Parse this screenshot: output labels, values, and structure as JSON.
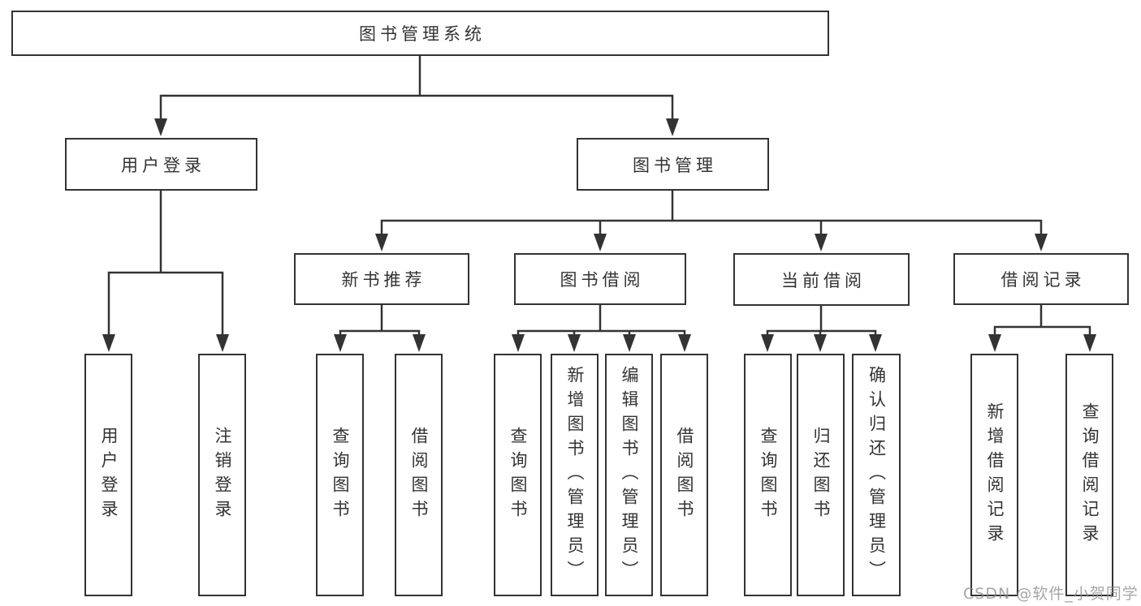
{
  "diagram": {
    "tree": {
      "label": "图书管理系统",
      "children": [
        {
          "label": "用户登录",
          "children": [
            {
              "label": "用户登录"
            },
            {
              "label": "注销登录"
            }
          ]
        },
        {
          "label": "图书管理",
          "children": [
            {
              "label": "新书推荐",
              "children": [
                {
                  "label": "查询图书"
                },
                {
                  "label": "借阅图书"
                }
              ]
            },
            {
              "label": "图书借阅",
              "children": [
                {
                  "label": "查询图书"
                },
                {
                  "label": "新增图书（管理员）"
                },
                {
                  "label": "编辑图书（管理员）"
                },
                {
                  "label": "借阅图书"
                }
              ]
            },
            {
              "label": "当前借阅",
              "children": [
                {
                  "label": "查询图书"
                },
                {
                  "label": "归还图书"
                },
                {
                  "label": "确认归还（管理员）"
                }
              ]
            },
            {
              "label": "借阅记录",
              "children": [
                {
                  "label": "新增借阅记录"
                },
                {
                  "label": "查询借阅记录"
                }
              ]
            }
          ]
        }
      ]
    },
    "colors": {
      "line": "#333333",
      "text": "#333333",
      "background": "#ffffff",
      "watermark": "#8c8c8c"
    }
  },
  "watermark": {
    "text": "CSDN @软件_小贺同学"
  }
}
